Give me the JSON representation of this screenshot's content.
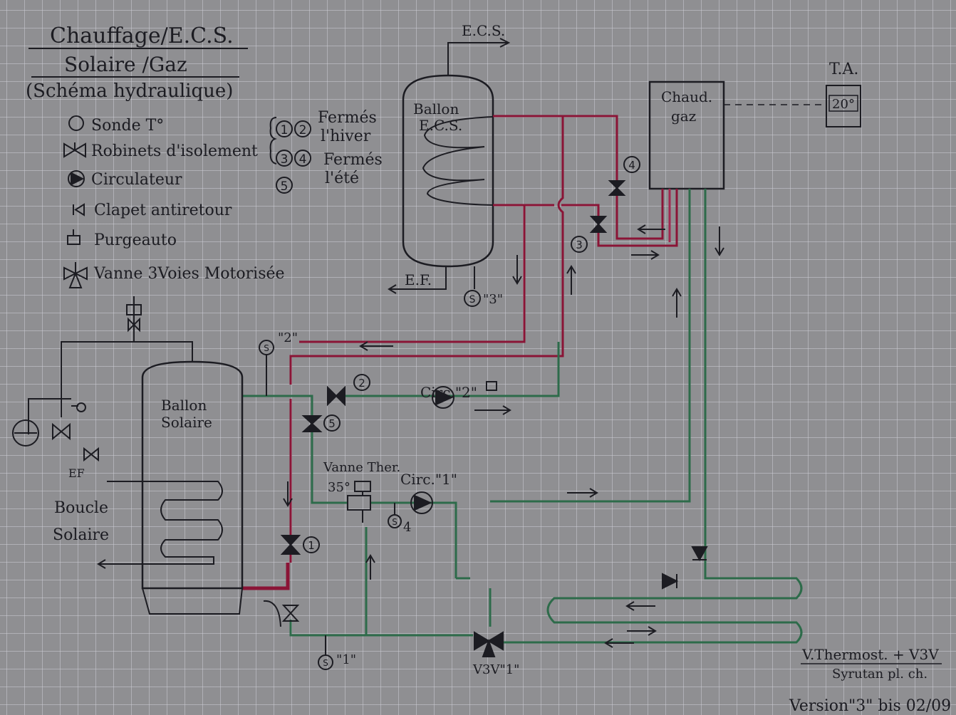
{
  "title": {
    "line1": "Chauffage/E.C.S.",
    "line2": "Solaire /Gaz",
    "line3": "(Schéma hydraulique)"
  },
  "legend": {
    "sensor": "Sonde T°",
    "valve": "Robinets d'isolement",
    "pump": "Circulateur",
    "check": "Clapet antiretour",
    "vent": "Purgeauto",
    "v3v": "Vanne 3Voies Motorisée"
  },
  "notes": {
    "n1": "Fermés",
    "n2": "l'hiver",
    "n3": "Fermés",
    "n4": "l'été",
    "c1": "1",
    "c2": "2",
    "c3": "3",
    "c4": "4",
    "c5": "5"
  },
  "labels": {
    "ecs": "E.C.S.",
    "ef": "E.F.",
    "ef2": "EF",
    "ta": "T.A.",
    "ta_value": "20°",
    "boiler_line1": "Chaud.",
    "boiler_line2": "gaz",
    "ballon_ecs_1": "Ballon",
    "ballon_ecs_2": "E.C.S.",
    "ballon_sol_1": "Ballon",
    "ballon_sol_2": "Solaire",
    "boucle_1": "Boucle",
    "boucle_2": "Solaire",
    "circ2": "Circ.\"2\"",
    "circ1": "Circ.\"1\"",
    "vanne_ther_1": "Vanne Ther.",
    "vanne_ther_2": "35°",
    "s1": "\"1\"",
    "s2": "\"2\"",
    "s3": "\"3\"",
    "s4": "4",
    "v3v1": "V3V\"1\"",
    "ann_line1": "V.Thermost. + V3V",
    "ann_line2": "Syrutan pl. ch.",
    "version": "Version\"3\" bis 02/09"
  },
  "colors": {
    "red": "#8a1436",
    "green": "#2d6b4a",
    "ink": "#1c1c22",
    "pink": "#d9a4b0"
  }
}
